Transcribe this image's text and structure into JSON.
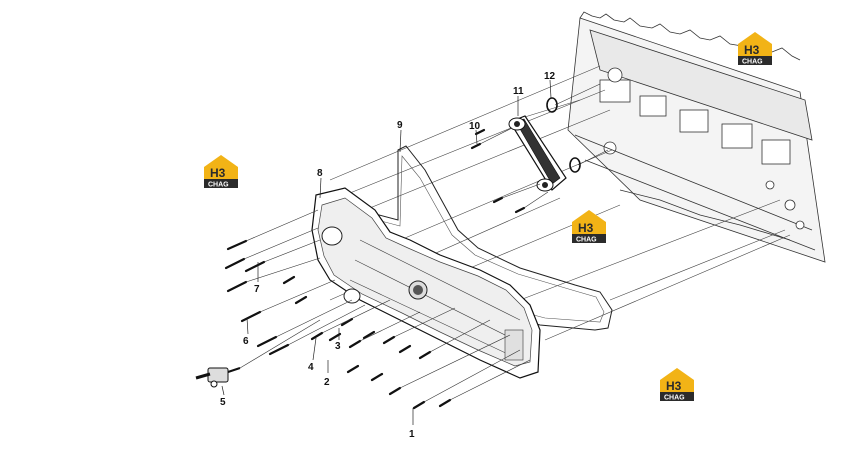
{
  "callouts": [
    {
      "label": "1"
    },
    {
      "label": "2"
    },
    {
      "label": "3"
    },
    {
      "label": "4"
    },
    {
      "label": "5"
    },
    {
      "label": "6"
    },
    {
      "label": "7"
    },
    {
      "label": "8"
    },
    {
      "label": "9"
    },
    {
      "label": "10"
    },
    {
      "label": "11"
    },
    {
      "label": "12"
    }
  ],
  "watermark": {
    "top": "H3",
    "bottom": "CHAG",
    "accent": "#f2b316",
    "dark": "#2b2b2b"
  },
  "colors": {
    "line": "#222222",
    "fill": "#ffffff",
    "shade": "#e8e8e8"
  }
}
